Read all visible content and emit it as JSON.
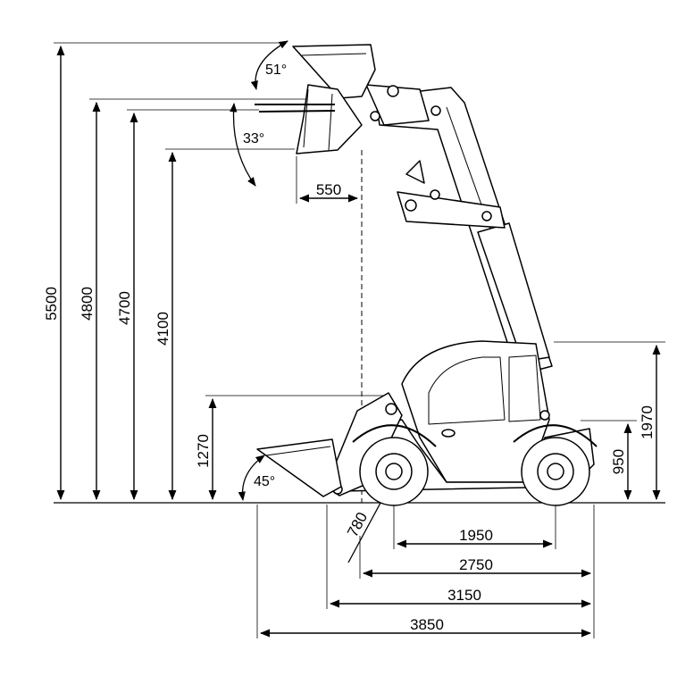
{
  "dimensions": {
    "max_height": "5500",
    "pin_height": "4800",
    "fork_height": "4700",
    "dump_height": "4100",
    "bucket_height_low": "1270",
    "cab_height": "1970",
    "ground_clearance_axle": "950",
    "reach": "550",
    "wheelbase": "1950",
    "length_no_bucket": "2750",
    "length_fork": "3150",
    "overall_length": "3850",
    "tire_diameter": "780"
  },
  "angles": {
    "rollback_top": "51°",
    "dump_top": "33°",
    "rollback_ground": "45°"
  },
  "colors": {
    "line": "#000000",
    "background": "#ffffff"
  }
}
